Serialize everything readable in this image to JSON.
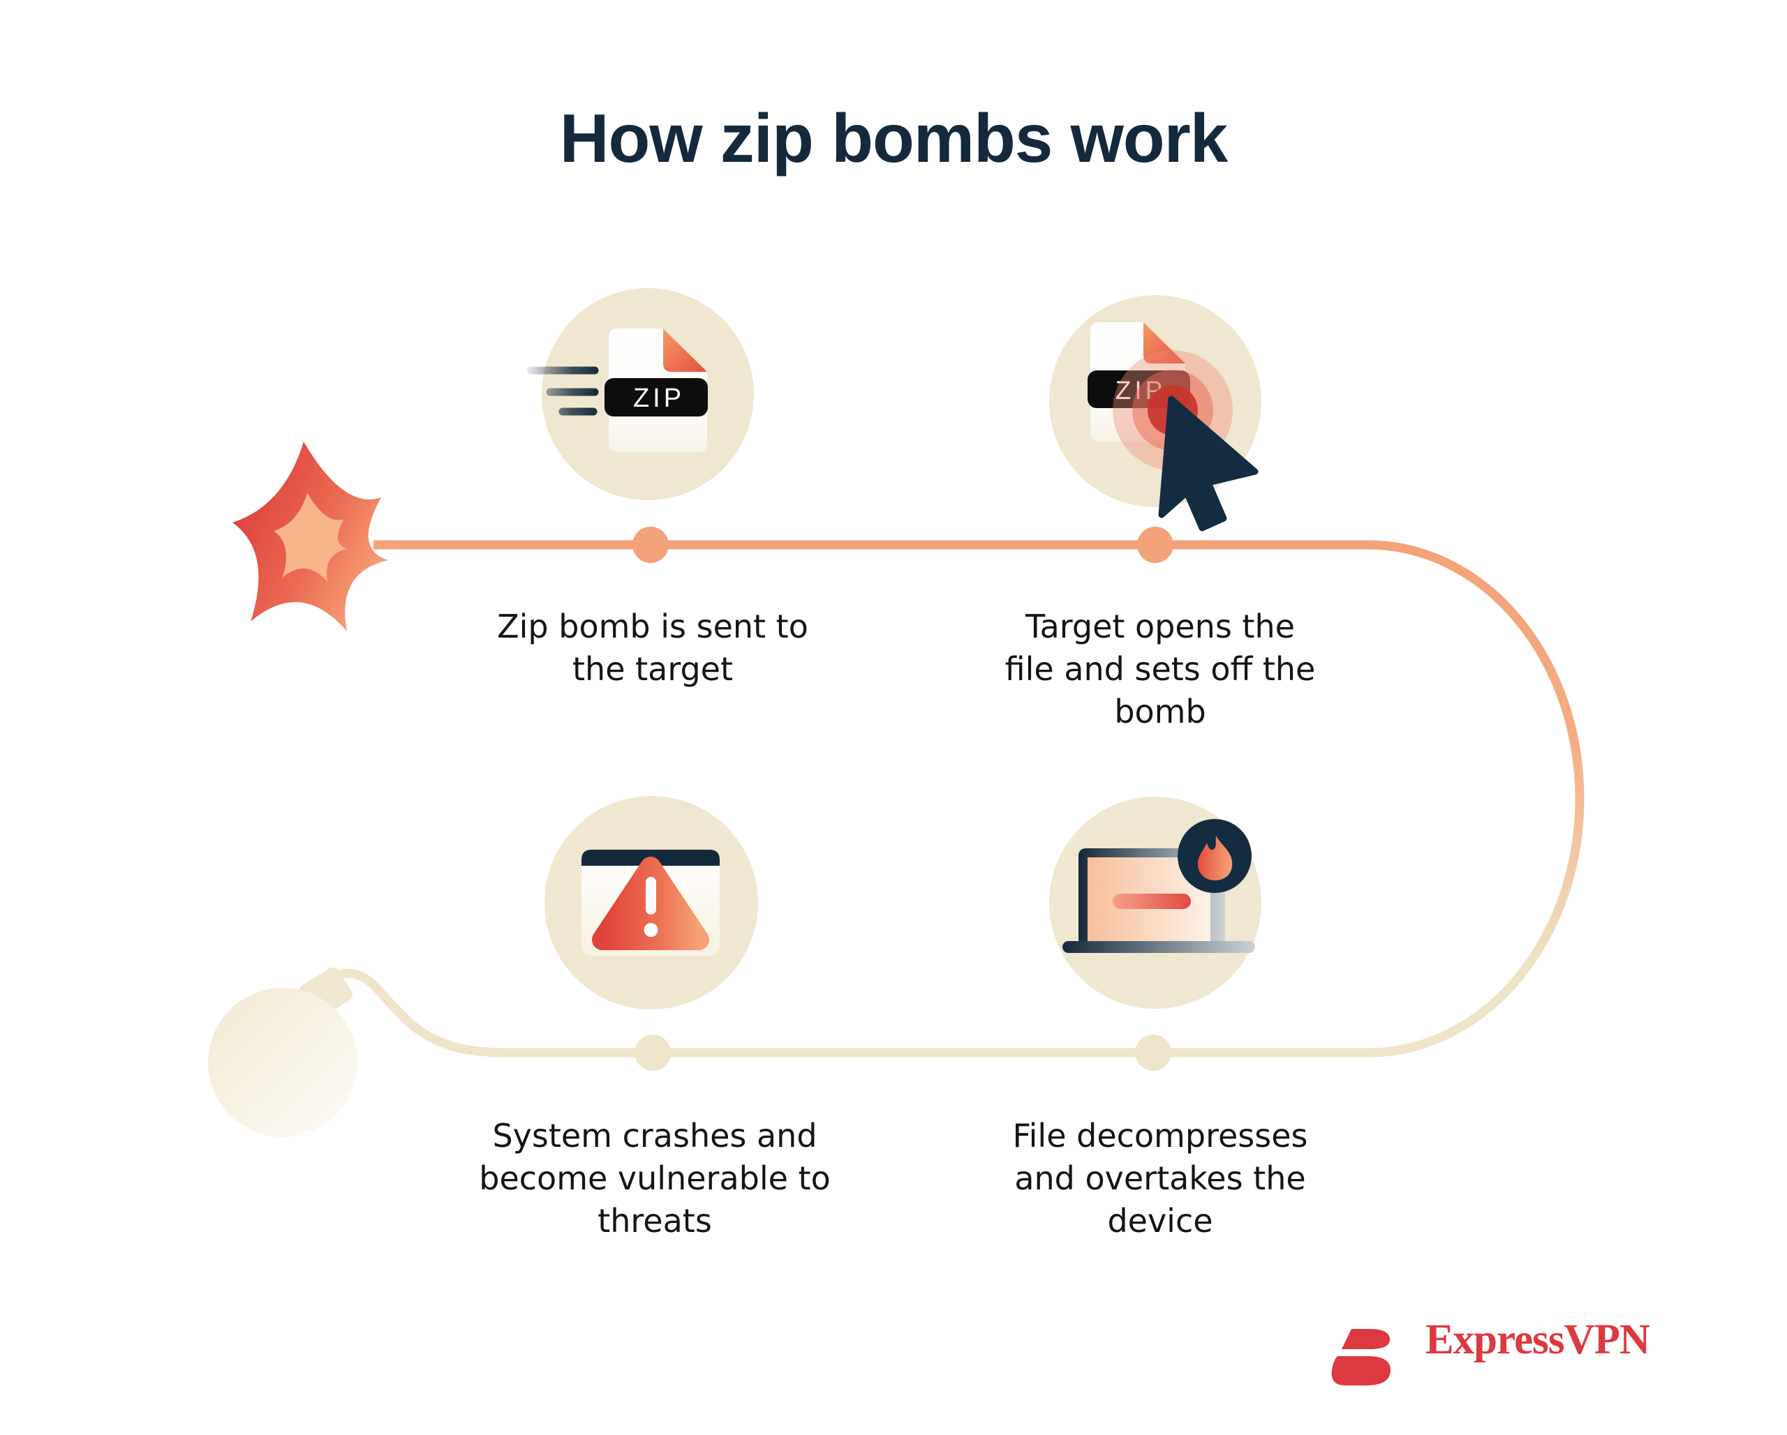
{
  "title": "How zip bombs work",
  "zip_label": "ZIP",
  "steps": [
    {
      "id": "sent",
      "icon": "zip-file-speed",
      "lines": [
        "Zip bomb is sent to",
        "the target"
      ]
    },
    {
      "id": "opens",
      "icon": "zip-file-cursor",
      "lines": [
        "Target opens the",
        "file and sets off the",
        "bomb"
      ]
    },
    {
      "id": "decompress",
      "icon": "laptop-fire",
      "lines": [
        "File decompresses",
        "and overtakes the",
        "device"
      ]
    },
    {
      "id": "crash",
      "icon": "browser-warning",
      "lines": [
        "System crashes and",
        "become vulnerable to",
        "threats"
      ]
    }
  ],
  "brand": {
    "name": "ExpressVPN"
  },
  "colors": {
    "background": "#ffffff",
    "title_navy": "#14293c",
    "body_text": "#141414",
    "path_orange": "#f4a279",
    "path_beige": "#eee5ca",
    "circle_beige": "#efe7d0",
    "icon_navy": "#15293c",
    "alert_red": "#df4239",
    "alert_orange": "#f4a276",
    "brand_red": "#dc3940"
  }
}
